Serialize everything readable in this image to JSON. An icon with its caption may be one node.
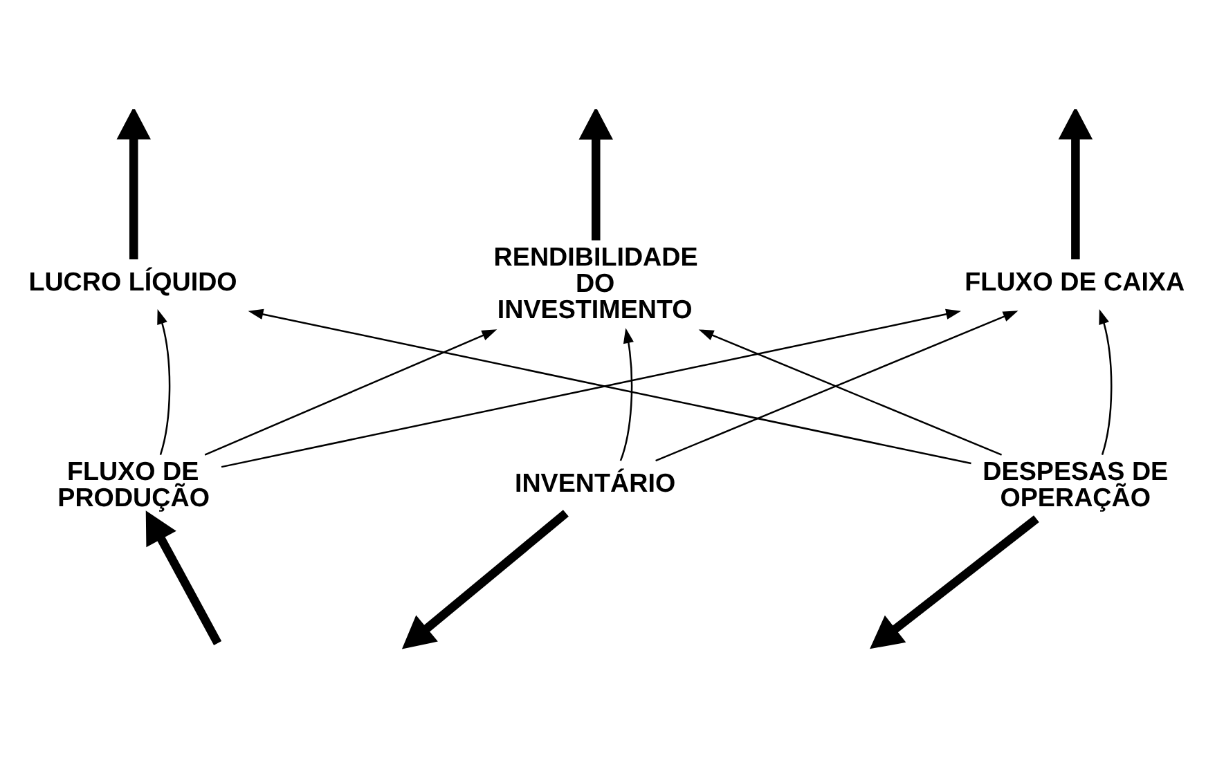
{
  "diagram": {
    "nodes": [
      {
        "text": [
          "LUCRO LÍQUIDO"
        ]
      },
      {
        "text": [
          "RENDIBILIDADE DO INVESTIMENTO"
        ]
      },
      {
        "text": [
          "FLUXO DE CAIXA"
        ]
      },
      {
        "text": [
          "FLUXO DE PRODUÇÃO"
        ]
      },
      {
        "text": [
          "INVENTÁRIO"
        ]
      },
      {
        "text": [
          "DESPESAS DE OPERAÇÃO"
        ]
      }
    ],
    "edges": [
      {
        "from": 0,
        "to": null,
        "arrow": "to",
        "style": "thick"
      },
      {
        "from": 1,
        "to": null,
        "arrow": "to",
        "style": "thick"
      },
      {
        "from": 2,
        "to": null,
        "arrow": "to",
        "style": "thick"
      },
      {
        "from": 3,
        "to": 0,
        "arrow": "to"
      },
      {
        "from": 3,
        "to": 1,
        "arrow": "to"
      },
      {
        "from": 3,
        "to": 2,
        "arrow": "to"
      },
      {
        "from": 4,
        "to": 1,
        "arrow": "to"
      },
      {
        "from": 4,
        "to": 2,
        "arrow": "to"
      },
      {
        "from": 5,
        "to": 0,
        "arrow": "to"
      },
      {
        "from": 5,
        "to": 1,
        "arrow": "to"
      },
      {
        "from": 5,
        "to": 2,
        "arrow": "to"
      },
      {
        "from": null,
        "to": 3,
        "arrow": "to",
        "style": "thick"
      },
      {
        "from": 4,
        "to": null,
        "arrow": "to",
        "style": "thick"
      },
      {
        "from": 5,
        "to": null,
        "arrow": "to",
        "style": "thick"
      }
    ]
  }
}
